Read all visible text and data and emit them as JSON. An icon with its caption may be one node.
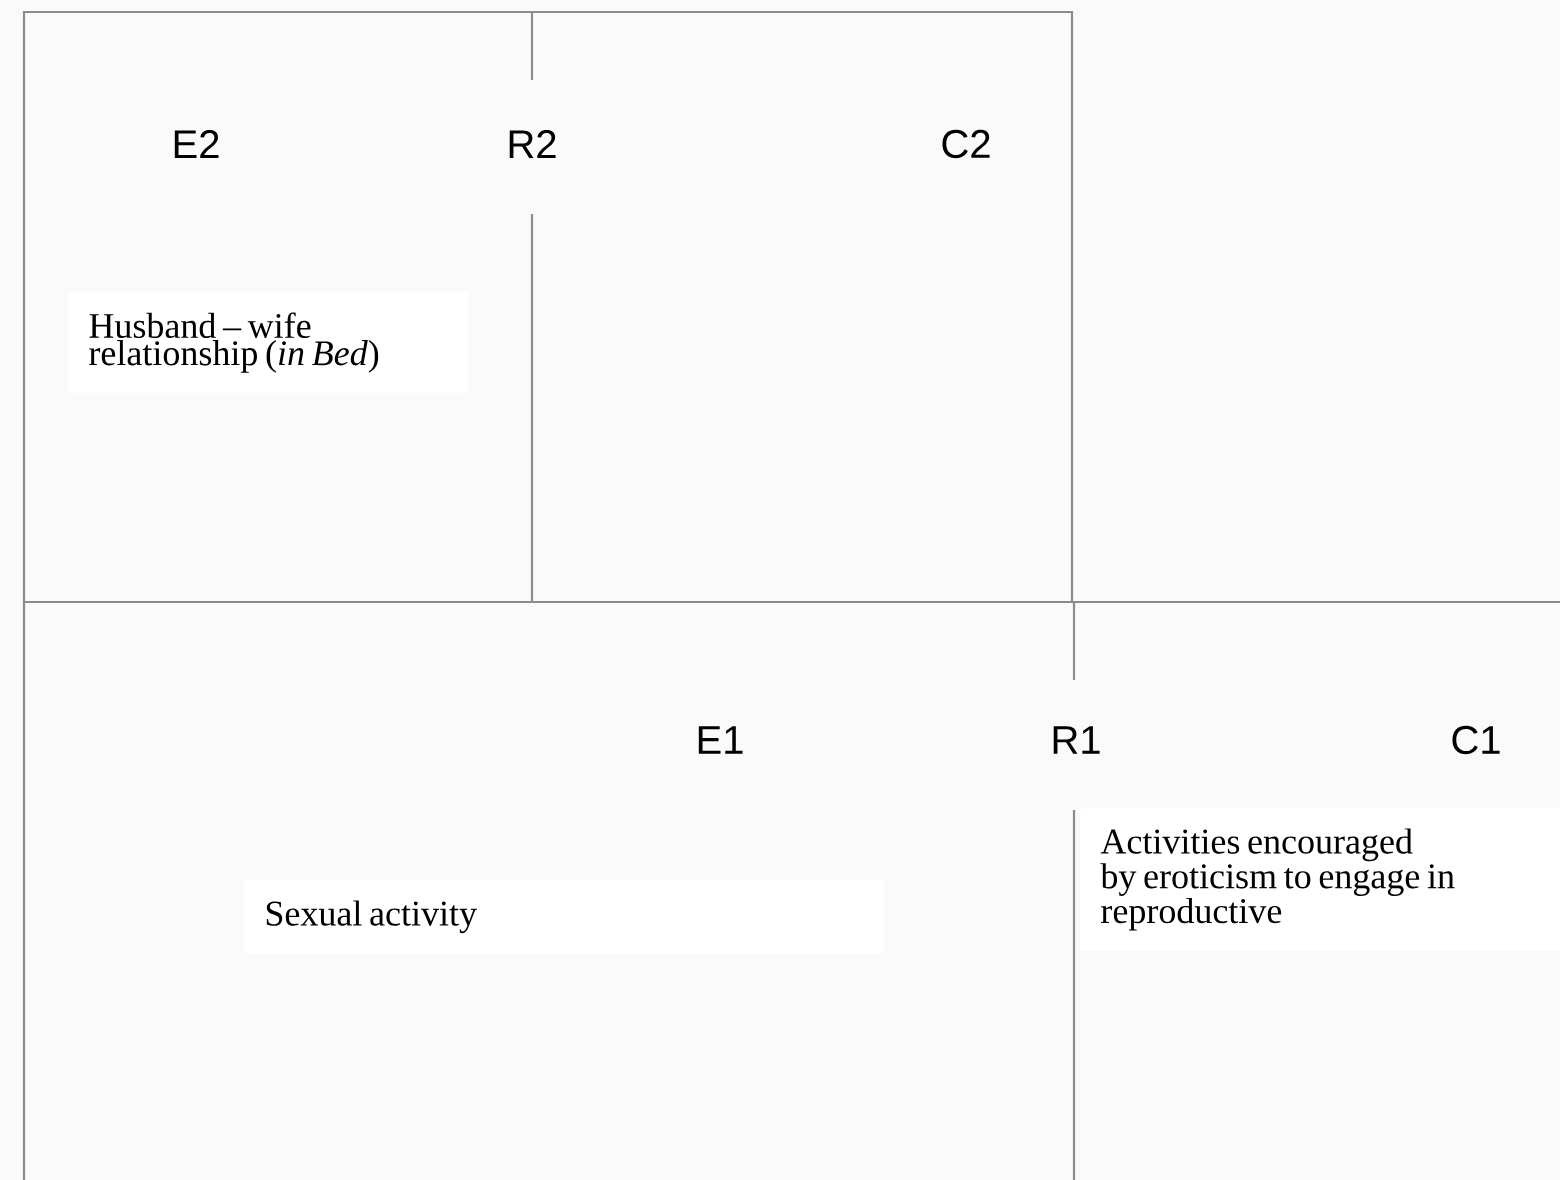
{
  "diagram": {
    "nodes": [
      {
        "text": [
          "Husband – wife relationship (*in Bed*)"
        ]
      },
      {
        "text": [
          "Sexual activity"
        ]
      },
      {
        "text": [
          "Activities encouraged by eroticism to engage in reproductive"
        ]
      }
    ],
    "labels": [
      "E2",
      "R2",
      "C2",
      "E1",
      "R1",
      "C1"
    ]
  }
}
